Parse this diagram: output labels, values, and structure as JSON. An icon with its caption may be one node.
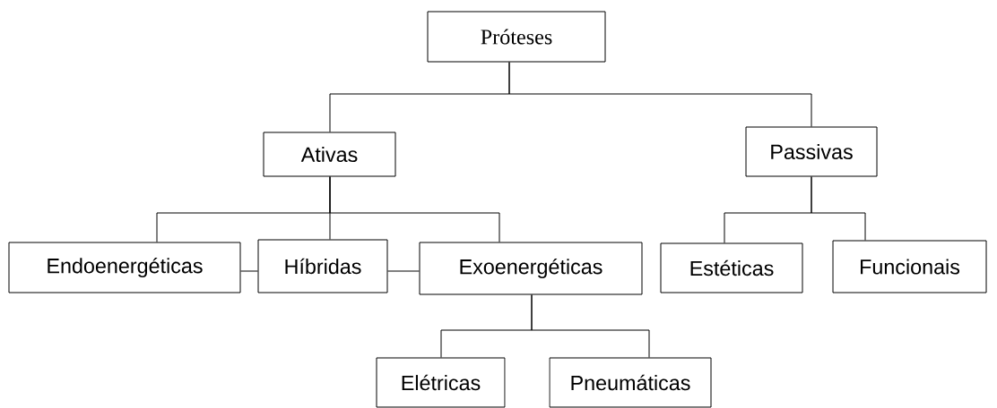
{
  "diagram": {
    "nodes": [
      {
        "text": [
          "Próteses"
        ]
      },
      {
        "text": [
          "Ativas"
        ]
      },
      {
        "text": [
          "Passivas"
        ]
      },
      {
        "text": [
          "Endoenergéticas"
        ]
      },
      {
        "text": [
          "Híbridas"
        ]
      },
      {
        "text": [
          "Exoenergéticas"
        ]
      },
      {
        "text": [
          "Estéticas"
        ]
      },
      {
        "text": [
          "Funcionais"
        ]
      },
      {
        "text": [
          "Elétricas"
        ]
      },
      {
        "text": [
          "Pneumáticas"
        ]
      }
    ],
    "edges": [
      {
        "from": 0,
        "to": 1,
        "arrow": "none"
      },
      {
        "from": 0,
        "to": 2,
        "arrow": "none"
      },
      {
        "from": 1,
        "to": 3,
        "arrow": "none"
      },
      {
        "from": 1,
        "to": 4,
        "arrow": "none"
      },
      {
        "from": 1,
        "to": 5,
        "arrow": "none"
      },
      {
        "from": 3,
        "to": 4,
        "arrow": "none"
      },
      {
        "from": 4,
        "to": 5,
        "arrow": "none"
      },
      {
        "from": 2,
        "to": 6,
        "arrow": "none"
      },
      {
        "from": 2,
        "to": 7,
        "arrow": "none"
      },
      {
        "from": 5,
        "to": 8,
        "arrow": "none"
      },
      {
        "from": 5,
        "to": 9,
        "arrow": "none"
      }
    ]
  }
}
